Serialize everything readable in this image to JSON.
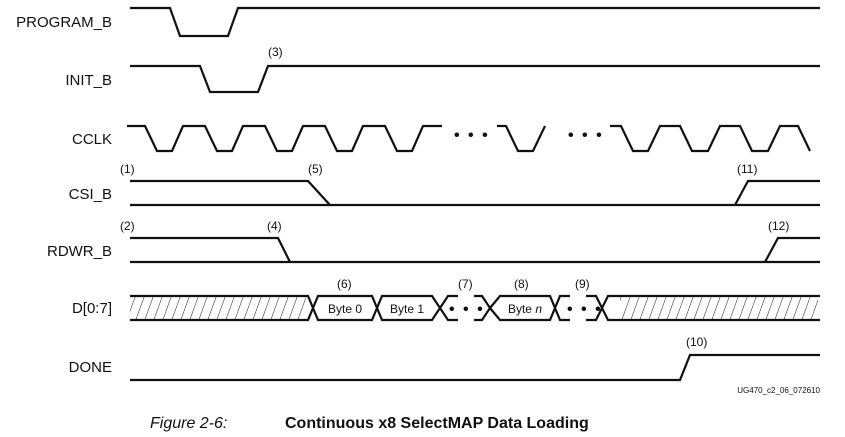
{
  "signals": [
    "PROGRAM_B",
    "INIT_B",
    "CCLK",
    "CSI_B",
    "RDWR_B",
    "D[0:7]",
    "DONE"
  ],
  "notes": {
    "n1": "(1)",
    "n2": "(2)",
    "n3": "(3)",
    "n4": "(4)",
    "n5": "(5)",
    "n6": "(6)",
    "n7": "(7)",
    "n8": "(8)",
    "n9": "(9)",
    "n10": "(10)",
    "n11": "(11)",
    "n12": "(12)"
  },
  "bytes": {
    "b0": "Byte 0",
    "b1": "Byte 1",
    "bn_prefix": "Byte ",
    "bn_var": "n"
  },
  "ellipsis": "• • •",
  "figure_id": "UG470_c2_06_072610",
  "caption": {
    "label": "Figure 2-6:",
    "title": "Continuous x8 SelectMAP Data Loading"
  }
}
